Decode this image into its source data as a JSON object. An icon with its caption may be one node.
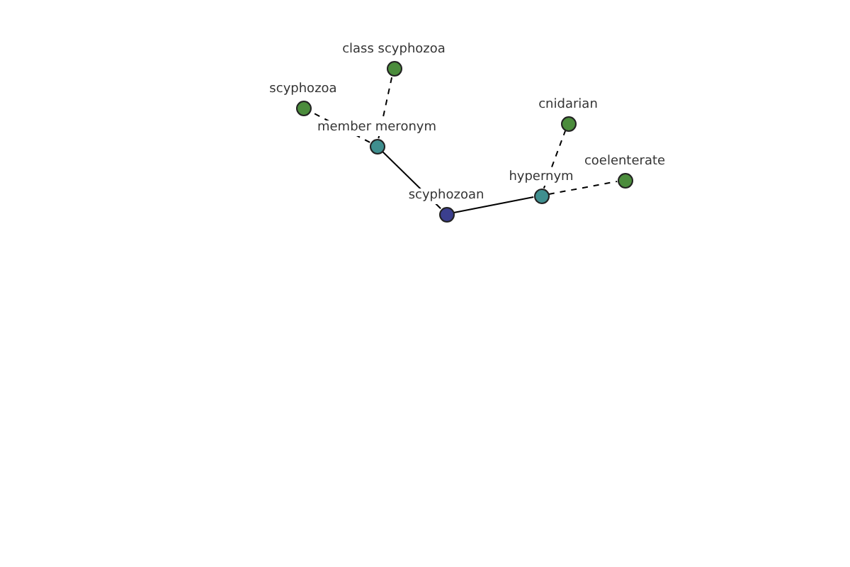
{
  "diagram": {
    "nodes": [
      {
        "text": [],
        "shape": "circle",
        "beside": [
          "scyphozoan"
        ]
      },
      {
        "text": [],
        "shape": "circle",
        "beside": [
          "member meronym"
        ]
      },
      {
        "text": [],
        "shape": "circle",
        "beside": [
          "hypernym"
        ]
      },
      {
        "text": [],
        "shape": "circle",
        "beside": [
          "class scyphozoa"
        ]
      },
      {
        "text": [],
        "shape": "circle",
        "beside": [
          "scyphozoa"
        ]
      },
      {
        "text": [],
        "shape": "circle",
        "beside": [
          "cnidarian"
        ]
      },
      {
        "text": [],
        "shape": "circle",
        "beside": [
          "coelenterate"
        ]
      }
    ],
    "edges": [
      {
        "from": 0,
        "to": 1,
        "arrow": "none"
      },
      {
        "from": 0,
        "to": 2,
        "arrow": "none"
      },
      {
        "from": 1,
        "to": 3,
        "arrow": "none",
        "style": "dashed"
      },
      {
        "from": 1,
        "to": 4,
        "arrow": "none",
        "style": "dashed"
      },
      {
        "from": 2,
        "to": 5,
        "arrow": "none",
        "style": "dashed"
      },
      {
        "from": 2,
        "to": 6,
        "arrow": "none",
        "style": "dashed"
      }
    ]
  }
}
